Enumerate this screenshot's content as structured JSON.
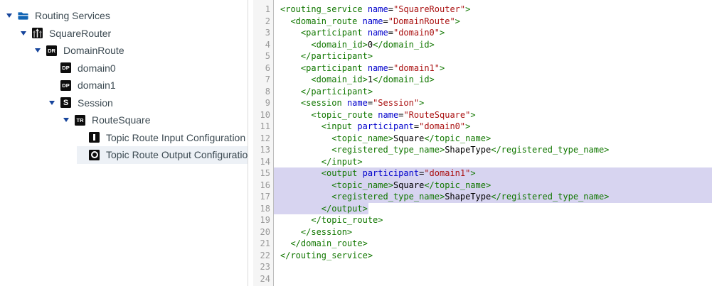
{
  "colors": {
    "xml_tag": "#117700",
    "xml_attribute": "#0000cc",
    "xml_string": "#aa1111",
    "xml_text": "#000000",
    "selection_highlight": "#d7d4f0",
    "selected_row_bg": "#edf1f6",
    "folder_icon_blue": "#1064b4",
    "expand_arrow_blue": "#17459c",
    "tree_text": "#3c4a52",
    "line_number": "#999999",
    "gutter_bg": "#f5f5f5"
  },
  "tree": {
    "items": [
      {
        "id": "routing-services",
        "label": "Routing Services",
        "level": 0,
        "icon": "folder",
        "expandable": true,
        "expanded": true,
        "selected": false
      },
      {
        "id": "square-router",
        "label": "SquareRouter",
        "level": 1,
        "icon": "routing-service",
        "expandable": true,
        "expanded": true,
        "selected": false
      },
      {
        "id": "domain-route",
        "label": "DomainRoute",
        "level": 2,
        "icon": "domain-route",
        "expandable": true,
        "expanded": true,
        "selected": false
      },
      {
        "id": "domain0",
        "label": "domain0",
        "level": 3,
        "icon": "domain-participant",
        "expandable": false,
        "expanded": false,
        "selected": false
      },
      {
        "id": "domain1",
        "label": "domain1",
        "level": 3,
        "icon": "domain-participant",
        "expandable": false,
        "expanded": false,
        "selected": false
      },
      {
        "id": "session",
        "label": "Session",
        "level": 3,
        "icon": "session",
        "expandable": true,
        "expanded": true,
        "selected": false
      },
      {
        "id": "route-square",
        "label": "RouteSquare",
        "level": 4,
        "icon": "topic-route",
        "expandable": true,
        "expanded": true,
        "selected": false
      },
      {
        "id": "topic-route-input-configuration",
        "label": "Topic Route Input Configuration",
        "level": 5,
        "icon": "topic-route-input",
        "expandable": false,
        "expanded": false,
        "selected": false
      },
      {
        "id": "topic-route-output-configuration",
        "label": "Topic Route Output Configuration",
        "level": 5,
        "icon": "topic-route-output",
        "expandable": false,
        "expanded": false,
        "selected": true
      }
    ]
  },
  "icon_badges": {
    "domain-route": "DR",
    "domain-participant": "DP",
    "topic-route": "TR",
    "session": "S"
  },
  "editor": {
    "lines": [
      {
        "n": 1,
        "sel": null,
        "seg": [
          [
            "t",
            "<routing_service"
          ],
          [
            "p",
            " "
          ],
          [
            "a",
            "name"
          ],
          [
            "p",
            "="
          ],
          [
            "s",
            "\"SquareRouter\""
          ],
          [
            "t",
            ">"
          ]
        ]
      },
      {
        "n": 2,
        "sel": null,
        "seg": [
          [
            "p",
            "  "
          ],
          [
            "t",
            "<domain_route"
          ],
          [
            "p",
            " "
          ],
          [
            "a",
            "name"
          ],
          [
            "p",
            "="
          ],
          [
            "s",
            "\"DomainRoute\""
          ],
          [
            "t",
            ">"
          ]
        ]
      },
      {
        "n": 3,
        "sel": null,
        "seg": [
          [
            "p",
            "    "
          ],
          [
            "t",
            "<participant"
          ],
          [
            "p",
            " "
          ],
          [
            "a",
            "name"
          ],
          [
            "p",
            "="
          ],
          [
            "s",
            "\"domain0\""
          ],
          [
            "t",
            ">"
          ]
        ]
      },
      {
        "n": 4,
        "sel": null,
        "seg": [
          [
            "p",
            "      "
          ],
          [
            "t",
            "<domain_id>"
          ],
          [
            "p",
            "0"
          ],
          [
            "t",
            "</domain_id>"
          ]
        ]
      },
      {
        "n": 5,
        "sel": null,
        "seg": [
          [
            "p",
            "    "
          ],
          [
            "t",
            "</participant>"
          ]
        ]
      },
      {
        "n": 6,
        "sel": null,
        "seg": [
          [
            "p",
            "    "
          ],
          [
            "t",
            "<participant"
          ],
          [
            "p",
            " "
          ],
          [
            "a",
            "name"
          ],
          [
            "p",
            "="
          ],
          [
            "s",
            "\"domain1\""
          ],
          [
            "t",
            ">"
          ]
        ]
      },
      {
        "n": 7,
        "sel": null,
        "seg": [
          [
            "p",
            "      "
          ],
          [
            "t",
            "<domain_id>"
          ],
          [
            "p",
            "1"
          ],
          [
            "t",
            "</domain_id>"
          ]
        ]
      },
      {
        "n": 8,
        "sel": null,
        "seg": [
          [
            "p",
            "    "
          ],
          [
            "t",
            "</participant>"
          ]
        ]
      },
      {
        "n": 9,
        "sel": null,
        "seg": [
          [
            "p",
            "    "
          ],
          [
            "t",
            "<session"
          ],
          [
            "p",
            " "
          ],
          [
            "a",
            "name"
          ],
          [
            "p",
            "="
          ],
          [
            "s",
            "\"Session\""
          ],
          [
            "t",
            ">"
          ]
        ]
      },
      {
        "n": 10,
        "sel": null,
        "seg": [
          [
            "p",
            "      "
          ],
          [
            "t",
            "<topic_route"
          ],
          [
            "p",
            " "
          ],
          [
            "a",
            "name"
          ],
          [
            "p",
            "="
          ],
          [
            "s",
            "\"RouteSquare\""
          ],
          [
            "t",
            ">"
          ]
        ]
      },
      {
        "n": 11,
        "sel": null,
        "seg": [
          [
            "p",
            "        "
          ],
          [
            "t",
            "<input"
          ],
          [
            "p",
            " "
          ],
          [
            "a",
            "participant"
          ],
          [
            "p",
            "="
          ],
          [
            "s",
            "\"domain0\""
          ],
          [
            "t",
            ">"
          ]
        ]
      },
      {
        "n": 12,
        "sel": null,
        "seg": [
          [
            "p",
            "          "
          ],
          [
            "t",
            "<topic_name>"
          ],
          [
            "p",
            "Square"
          ],
          [
            "t",
            "</topic_name>"
          ]
        ]
      },
      {
        "n": 13,
        "sel": null,
        "seg": [
          [
            "p",
            "          "
          ],
          [
            "t",
            "<registered_type_name>"
          ],
          [
            "p",
            "ShapeType"
          ],
          [
            "t",
            "</registered_type_name>"
          ]
        ]
      },
      {
        "n": 14,
        "sel": null,
        "seg": [
          [
            "p",
            "        "
          ],
          [
            "t",
            "</input>"
          ]
        ]
      },
      {
        "n": 15,
        "sel": "full",
        "seg": [
          [
            "p",
            "        "
          ],
          [
            "t",
            "<output"
          ],
          [
            "p",
            " "
          ],
          [
            "a",
            "participant"
          ],
          [
            "p",
            "="
          ],
          [
            "s",
            "\"domain1\""
          ],
          [
            "t",
            ">"
          ]
        ]
      },
      {
        "n": 16,
        "sel": "full",
        "seg": [
          [
            "p",
            "          "
          ],
          [
            "t",
            "<topic_name>"
          ],
          [
            "p",
            "Square"
          ],
          [
            "t",
            "</topic_name>"
          ]
        ]
      },
      {
        "n": 17,
        "sel": "full",
        "seg": [
          [
            "p",
            "          "
          ],
          [
            "t",
            "<registered_type_name>"
          ],
          [
            "p",
            "ShapeType"
          ],
          [
            "t",
            "</registered_type_name>"
          ]
        ]
      },
      {
        "n": 18,
        "sel": "text",
        "seg": [
          [
            "p",
            "        "
          ],
          [
            "t",
            "</output>"
          ]
        ]
      },
      {
        "n": 19,
        "sel": null,
        "seg": [
          [
            "p",
            "      "
          ],
          [
            "t",
            "</topic_route>"
          ]
        ]
      },
      {
        "n": 20,
        "sel": null,
        "seg": [
          [
            "p",
            "    "
          ],
          [
            "t",
            "</session>"
          ]
        ]
      },
      {
        "n": 21,
        "sel": null,
        "seg": [
          [
            "p",
            "  "
          ],
          [
            "t",
            "</domain_route>"
          ]
        ]
      },
      {
        "n": 22,
        "sel": null,
        "seg": [
          [
            "t",
            "</routing_service>"
          ]
        ]
      },
      {
        "n": 23,
        "sel": null,
        "seg": []
      },
      {
        "n": 24,
        "sel": null,
        "seg": []
      }
    ]
  }
}
